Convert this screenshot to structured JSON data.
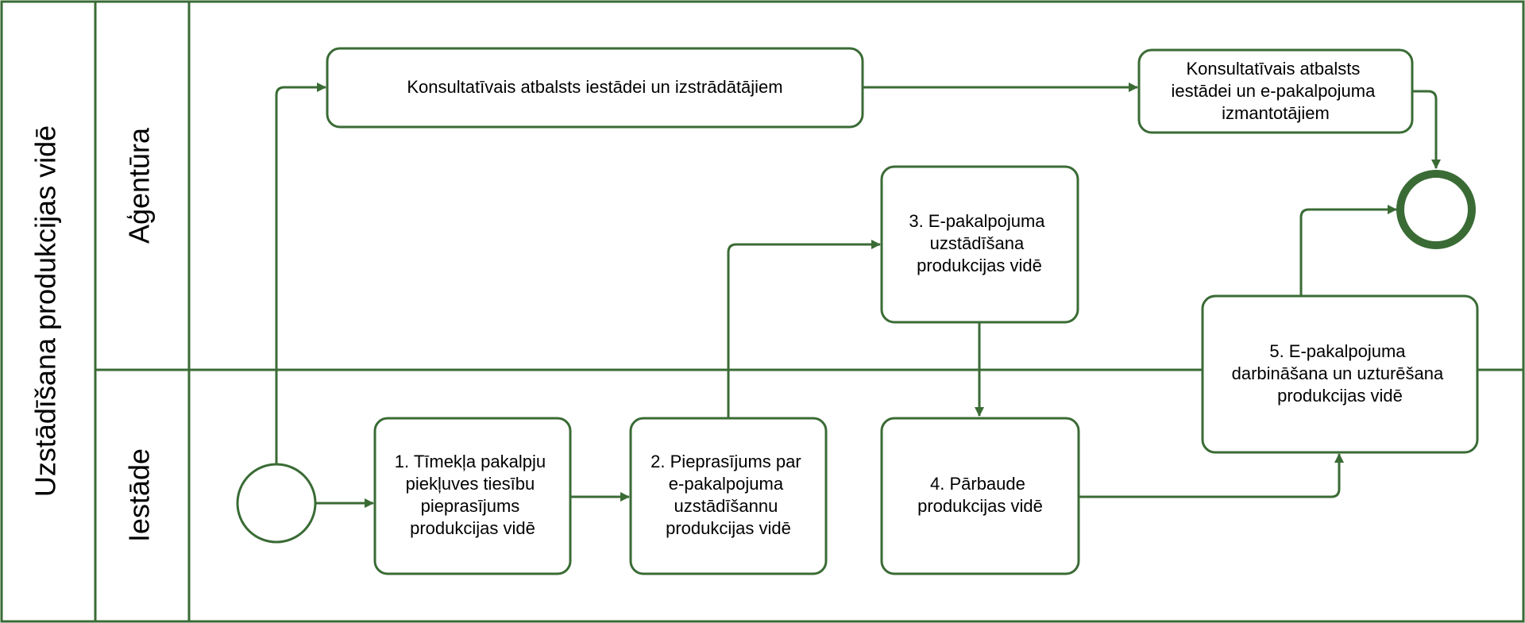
{
  "pool": {
    "title": "Uzstādīšana produkcijas vidē"
  },
  "lanes": [
    {
      "id": "agency",
      "title": "Aģentūra"
    },
    {
      "id": "institution",
      "title": "Iestāde"
    }
  ],
  "tasks": {
    "consult_agency": {
      "lines": [
        "Konsultatīvais atbalsts iestādei un izstrādātājiem"
      ]
    },
    "consult_users": {
      "lines": [
        "Konsultatīvais atbalsts",
        "iestādei un e-pakalpojuma",
        "izmantotājiem"
      ]
    },
    "step3": {
      "lines": [
        "3. E-pakalpojuma",
        "uzstādīšana",
        "produkcijas vidē"
      ]
    },
    "step1": {
      "lines": [
        "1. Tīmekļa pakalpju",
        "piekļuves tiesību",
        "pieprasījums",
        "produkcijas vidē"
      ]
    },
    "step2": {
      "lines": [
        "2. Pieprasījums par",
        "e-pakalpojuma",
        "uzstādīšannu",
        "produkcijas vidē"
      ]
    },
    "step4": {
      "lines": [
        "4. Pārbaude",
        "produkcijas vidē"
      ]
    },
    "step5": {
      "lines": [
        "5. E-pakalpojuma",
        "darbināšana un uzturēšana",
        "produkcijas vidē"
      ]
    }
  },
  "events": {
    "start": {
      "kind": "start-event"
    },
    "end": {
      "kind": "end-event"
    }
  },
  "colors": {
    "stroke": "#3a6b35",
    "fill": "#ffffff",
    "text": "#000000"
  }
}
